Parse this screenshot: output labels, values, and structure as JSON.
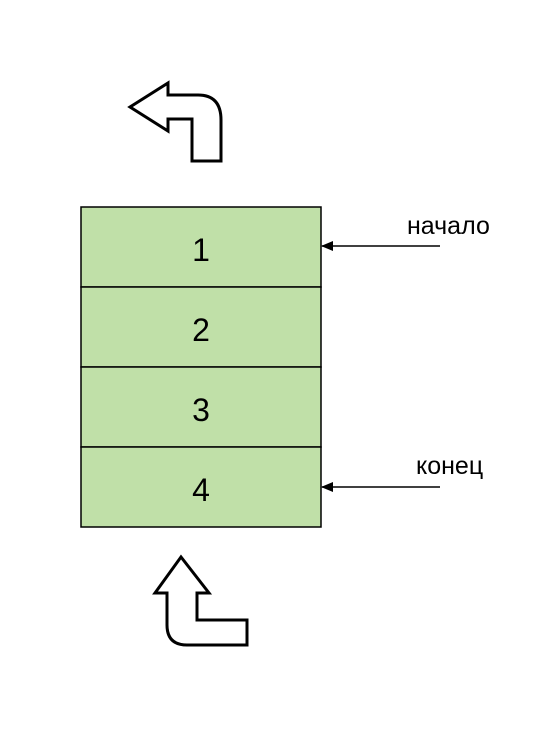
{
  "queue": {
    "cells": [
      "1",
      "2",
      "3",
      "4"
    ],
    "fill_color": "#c0e0a8",
    "border_color": "#000000"
  },
  "pointers": {
    "head_label": "начало",
    "tail_label": "конец"
  },
  "icons": {
    "dequeue_arrow": "curved-arrow-up-left-icon",
    "enqueue_arrow": "curved-arrow-up-icon"
  }
}
